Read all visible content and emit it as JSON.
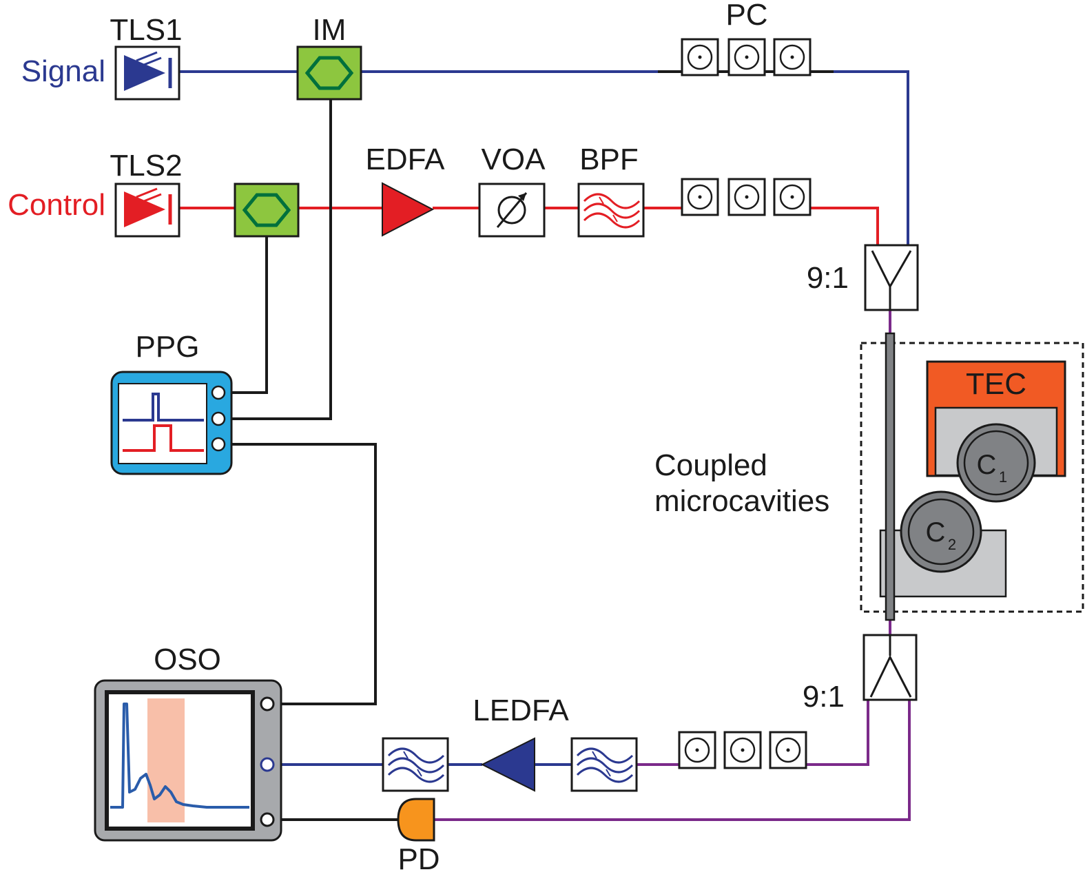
{
  "labels": {
    "tls1": "TLS1",
    "tls2": "TLS2",
    "signal": "Signal",
    "control": "Control",
    "im": "IM",
    "pc": "PC",
    "edfa": "EDFA",
    "voa": "VOA",
    "bpf": "BPF",
    "ppg": "PPG",
    "coupler_top": "9:1",
    "coupler_bottom": "9:1",
    "tec": "TEC",
    "coupled_line1": "Coupled",
    "coupled_line2": "microcavities",
    "c1": "C",
    "c1_sub": "1",
    "c2": "C",
    "c2_sub": "2",
    "oso": "OSO",
    "ledfa": "LEDFA",
    "pd": "PD"
  },
  "colors": {
    "signal_blue": "#2b3990",
    "control_red": "#e31e24",
    "output_purple": "#7b2a8a",
    "wire_black": "#1a1a1a",
    "modulator_green": "#8dc63f",
    "modulator_dark": "#00703c",
    "ppg_blue": "#29a8e0",
    "tec_orange": "#f15a24",
    "stage_gray": "#c8c9cb",
    "cavity_gray": "#808285",
    "oso_gray": "#a7a9ac",
    "oso_highlight": "#f7b49a",
    "oso_trace": "#2a5caa",
    "pd_orange": "#f7941d"
  }
}
